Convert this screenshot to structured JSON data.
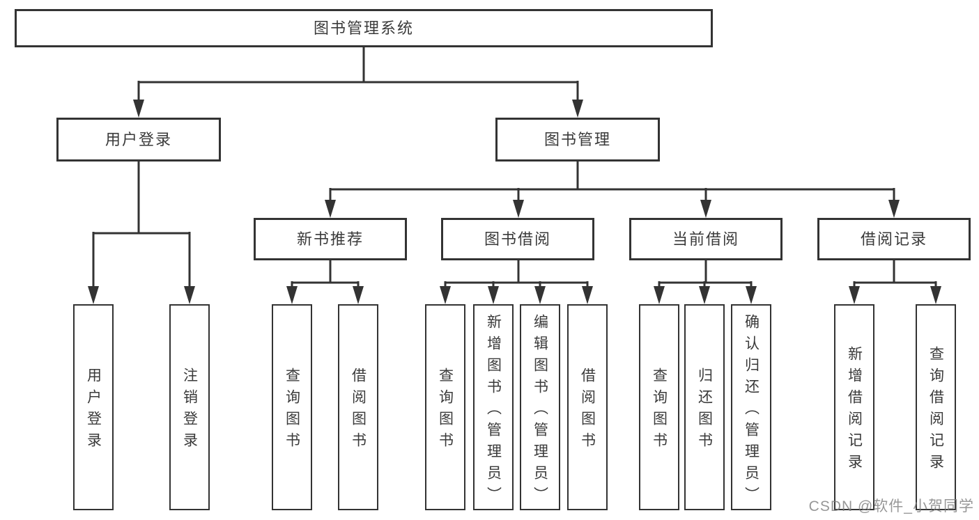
{
  "styles": {
    "background": "#ffffff",
    "line_color": "#333333",
    "box_border_color": "#333333",
    "box_fill": "#ffffff",
    "text_color": "#3a3a3a",
    "watermark_color": "#7d7d7d"
  },
  "watermark": {
    "text": "CSDN @软件_小贺同学"
  },
  "diagram": {
    "root": {
      "label": "图书管理系统"
    },
    "children": [
      {
        "label": "用户登录",
        "children": [
          {
            "label": "用户登录"
          },
          {
            "label": "注销登录"
          }
        ]
      },
      {
        "label": "图书管理",
        "children": [
          {
            "label": "新书推荐",
            "children": [
              {
                "label": "查询图书"
              },
              {
                "label": "借阅图书"
              }
            ]
          },
          {
            "label": "图书借阅",
            "children": [
              {
                "label": "查询图书"
              },
              {
                "label": "新增图书（管理员）"
              },
              {
                "label": "编辑图书（管理员）"
              },
              {
                "label": "借阅图书"
              }
            ]
          },
          {
            "label": "当前借阅",
            "children": [
              {
                "label": "查询图书"
              },
              {
                "label": "归还图书"
              },
              {
                "label": "确认归还（管理员）"
              }
            ]
          },
          {
            "label": "借阅记录",
            "children": [
              {
                "label": "新增借阅记录"
              },
              {
                "label": "查询借阅记录"
              }
            ]
          }
        ]
      }
    ]
  }
}
